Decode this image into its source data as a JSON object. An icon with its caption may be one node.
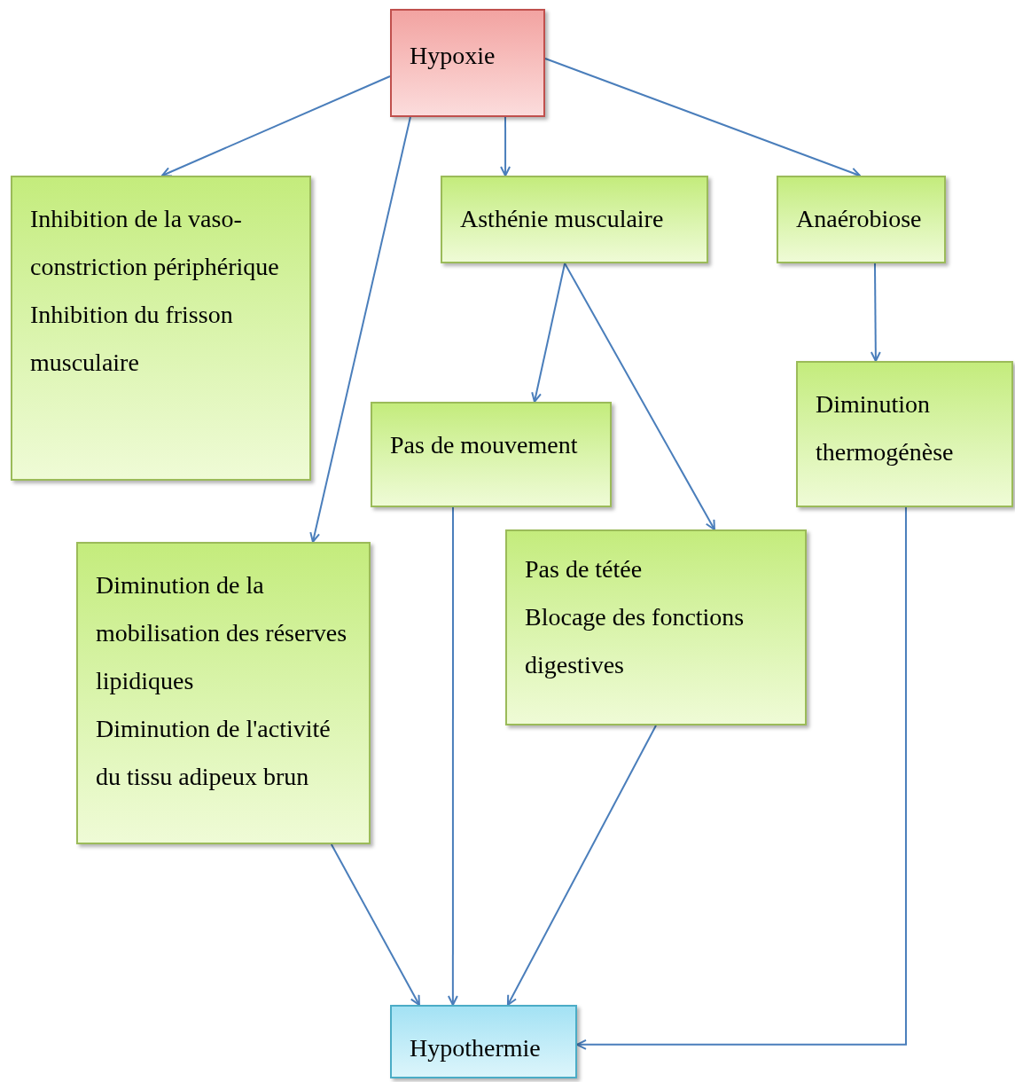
{
  "diagram": {
    "nodes": [
      {
        "text": [
          "Hypoxie"
        ]
      },
      {
        "text": [
          "Inhibition de la vaso-constriction périphérique",
          "Inhibition du frisson musculaire"
        ]
      },
      {
        "text": [
          "Asthénie musculaire"
        ]
      },
      {
        "text": [
          "Anaérobiose"
        ]
      },
      {
        "text": [
          "Pas de mouvement"
        ]
      },
      {
        "text": [
          "Diminution thermogénèse"
        ]
      },
      {
        "text": [
          "Diminution de la mobilisation des réserves lipidiques",
          "Diminution de l'activité du tissu adipeux brun"
        ]
      },
      {
        "text": [
          "Pas de tétée",
          "Blocage des fonctions digestives"
        ]
      },
      {
        "text": [
          "Hypothermie"
        ]
      }
    ],
    "edges": [
      {
        "from": 0,
        "to": 1,
        "arrow": "to"
      },
      {
        "from": 0,
        "to": 6,
        "arrow": "to"
      },
      {
        "from": 0,
        "to": 2,
        "arrow": "to"
      },
      {
        "from": 0,
        "to": 3,
        "arrow": "to"
      },
      {
        "from": 2,
        "to": 4,
        "arrow": "to"
      },
      {
        "from": 2,
        "to": 7,
        "arrow": "to"
      },
      {
        "from": 3,
        "to": 5,
        "arrow": "to"
      },
      {
        "from": 6,
        "to": 8,
        "arrow": "to"
      },
      {
        "from": 4,
        "to": 8,
        "arrow": "to"
      },
      {
        "from": 7,
        "to": 8,
        "arrow": "to"
      },
      {
        "from": 5,
        "to": 8,
        "arrow": "to"
      }
    ]
  }
}
